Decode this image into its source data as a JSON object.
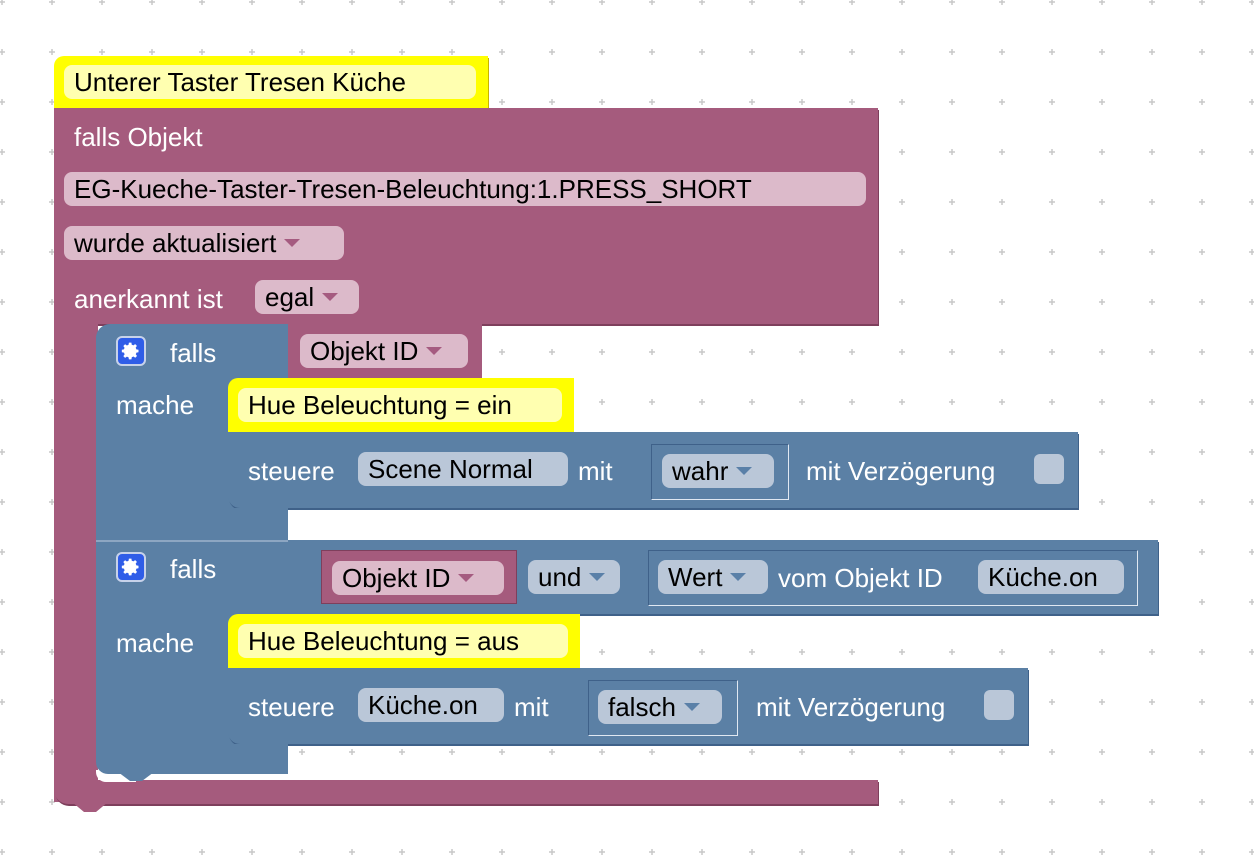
{
  "workspace": {
    "grid_color": "#c8c8c8",
    "background": "#ffffff"
  },
  "colors": {
    "event_block": "#a55b7d",
    "logic_block": "#5b80a5",
    "comment_block": "#ffff00",
    "field_pink": "#dcbaca",
    "field_blue": "#bac7d8",
    "gear_button": "#2f5de8"
  },
  "comment_top": {
    "label": "Unterer Taster Tresen Küche"
  },
  "trigger": {
    "title": "falls Objekt",
    "object_id": "EG-Kueche-Taster-Tresen-Beleuchtung:1.PRESS_SHORT",
    "condition": "wurde aktualisiert",
    "ack_label": "anerkannt ist",
    "ack_value": "egal"
  },
  "if_block_1": {
    "if_label": "falls",
    "do_label": "mache",
    "condition_value": "Objekt ID",
    "comment": "Hue Beleuchtung = ein",
    "control": {
      "label": "steuere",
      "target": "Scene Normal",
      "with_label": "mit",
      "value": "wahr",
      "delay_label": "mit Verzögerung"
    }
  },
  "if_block_2": {
    "if_label": "falls",
    "do_label": "mache",
    "condition": {
      "left": "Objekt ID",
      "operator": "und",
      "right_prop": "Wert",
      "right_from_label": "vom Objekt ID",
      "right_object": "Küche.on"
    },
    "comment": "Hue Beleuchtung = aus",
    "control": {
      "label": "steuere",
      "target": "Küche.on",
      "with_label": "mit",
      "value": "falsch",
      "delay_label": "mit Verzögerung"
    }
  }
}
